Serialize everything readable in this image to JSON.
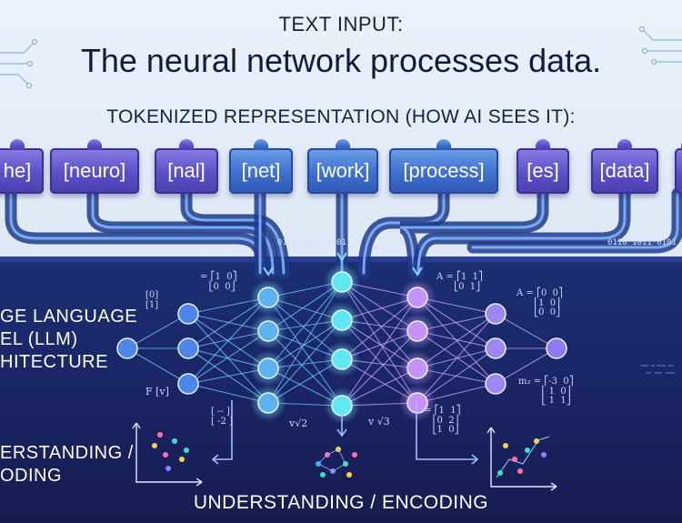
{
  "header": {
    "text_input_label": "TEXT INPUT:",
    "sentence": "The neural network processes data.",
    "tokenized_title": "TOKENIZED REPRESENTATION (HOW AI SEES IT):"
  },
  "tokens": [
    "he]",
    "[neuro]",
    "[nal]",
    "[net]",
    "[work]",
    "[process]",
    "[es]",
    "[data]"
  ],
  "left_labels": {
    "llm_line1": "GE LANGUAGE",
    "llm_line2": "EL (LLM)",
    "llm_line3": "HITECTURE",
    "understanding_line1": "ERSTANDING /",
    "understanding_line2": "ODING"
  },
  "bottom_caption": "UNDERSTANDING / ENCODING",
  "binary_text": "0110 1011 0101",
  "math": {
    "m1": "= ⎡1  0⎤\n   ⎣0  0⎦",
    "m2": "A = ⎡1  1⎤\n      ⎣0  1⎦",
    "m3": "A = ⎡0  0⎤\n      ⎢1  0⎥\n      ⎣0  0⎦",
    "m4": "m₃ = ⎡-3  0⎤\n        ⎢ 1  0⎥\n        ⎣ 1  1⎦",
    "m5": "= ⎡1  1⎤\n   ⎢0  2⎥\n   ⎣1  0⎦",
    "m6": "v√2",
    "m7": "v √3",
    "m8": "F [v]",
    "m9": "[ -- ]\n[ -2 ]",
    "m10": "[0]\n[1]"
  },
  "colors": {
    "dark_bg": "#17245e",
    "light_bg": "#eef4fb",
    "node_blue": "#4d86e8",
    "node_cyan": "#5fe8f2",
    "node_purple": "#c592ff",
    "token_purple": "#5a4fc8",
    "token_blue": "#3f6fcf"
  }
}
